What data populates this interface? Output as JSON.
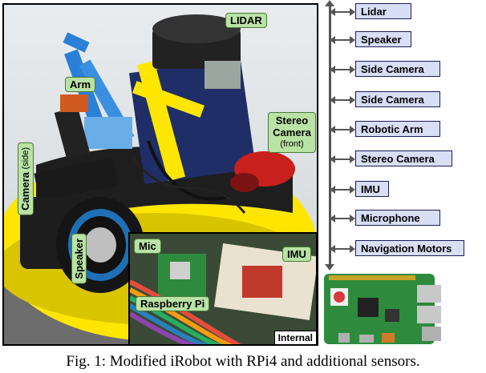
{
  "photo": {
    "callouts": {
      "lidar": "LIDAR",
      "arm": "Arm",
      "stereo_camera": "Stereo Camera",
      "stereo_camera_sub": "(front)",
      "camera_side": "Camera",
      "camera_side_sub": "(side)",
      "speaker": "Speaker",
      "mic": "Mic",
      "imu": "IMU",
      "raspberry_pi": "Raspberry Pi"
    },
    "inset_tag": "Internal",
    "colors": {
      "callout_fill": "#b9e2a4",
      "robot_yellow": "#ffe600"
    }
  },
  "diagram": {
    "devices": [
      "Lidar",
      "Speaker",
      "Side Camera",
      "Side Camera",
      "Robotic Arm",
      "Stereo Camera",
      "IMU",
      "Microphone",
      "Navigation Motors"
    ],
    "colors": {
      "device_fill": "#d8def4",
      "device_border": "#1c1c5a",
      "bus": "#555555",
      "board": "#2e8b3e"
    }
  },
  "caption": "Fig. 1: Modified iRobot with RPi4 and additional sensors."
}
